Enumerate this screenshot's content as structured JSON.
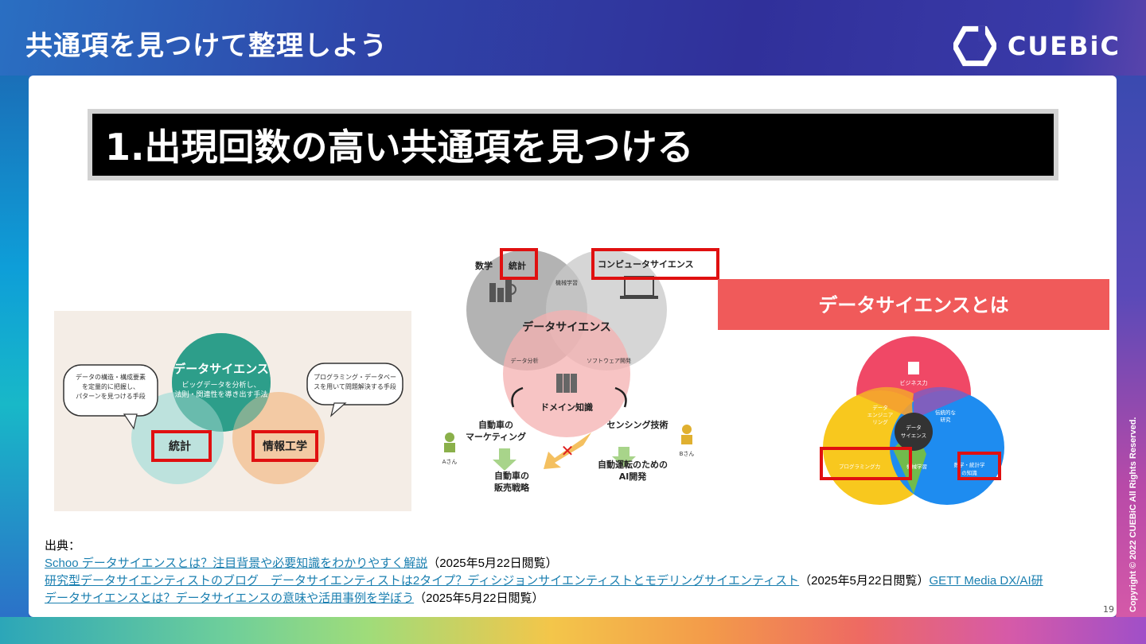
{
  "header": {
    "title": "共通項を見つけて整理しよう",
    "logo_text": "CUEBiC"
  },
  "section_heading": "1.出現回数の高い共通項を見つける",
  "figure1": {
    "center_title": "データサイエンス",
    "center_desc_line1": "ビッグデータを分析し、",
    "center_desc_line2": "法則・関連性を導き出す手法",
    "left_bubble_line1": "データの構造・構成要素",
    "left_bubble_line2": "を定量的に把握し、",
    "left_bubble_line3": "パターンを見つける手段",
    "right_bubble_line1": "プログラミング・データベー",
    "right_bubble_line2": "スを用いて問題解決する手段",
    "left_circle": "統計",
    "right_circle": "情報工学"
  },
  "figure2": {
    "math": "数学",
    "stats": "統計",
    "cs": "コンピュータサイエンス",
    "ml": "機械学習",
    "center": "データサイエンス",
    "data_analysis": "データ分析",
    "software": "ソフトウェア開発",
    "domain": "ドメイン知識",
    "left_topic_line1": "自動車の",
    "left_topic_line2": "マーケティング",
    "right_topic": "センシング技術",
    "person_a": "Aさん",
    "person_b": "Bさん",
    "left_result_line1": "自動車の",
    "left_result_line2": "販売戦略",
    "right_result_line1": "自動運転のための",
    "right_result_line2": "AI開発"
  },
  "figure3": {
    "banner": "データサイエンスとは",
    "business": "ビジネス力",
    "data_eng_line1": "データ",
    "data_eng_line2": "エンジニア",
    "data_eng_line3": "リング",
    "traditional_line1": "伝統的な",
    "traditional_line2": "研究",
    "center_line1": "データ",
    "center_line2": "サイエンス",
    "programming": "プログラミング力",
    "ml": "機械学習",
    "math_line1": "数学・統計学",
    "math_line2": "の知識"
  },
  "source": {
    "label": "出典：",
    "link1": "Schoo データサイエンスとは？注目背景や必要知識をわかりやすく解説",
    "date1": "（2025年5月22日閲覧）",
    "link2": "研究型データサイエンティストのブログ　データサイエンティストは2タイプ？ディシジョンサイエンティストとモデリングサイエンティスト",
    "date2": "（2025年5月22日閲覧）",
    "link3a": "GETT Media DX/AI研",
    "link3b": "データサイエンスとは？データサイエンスの意味や活用事例を学ぼう",
    "date3": "（2025年5月22日閲覧）"
  },
  "page_number": "19",
  "copyright": "Copyright © 2022 CUEBiC All Rights Reserved."
}
